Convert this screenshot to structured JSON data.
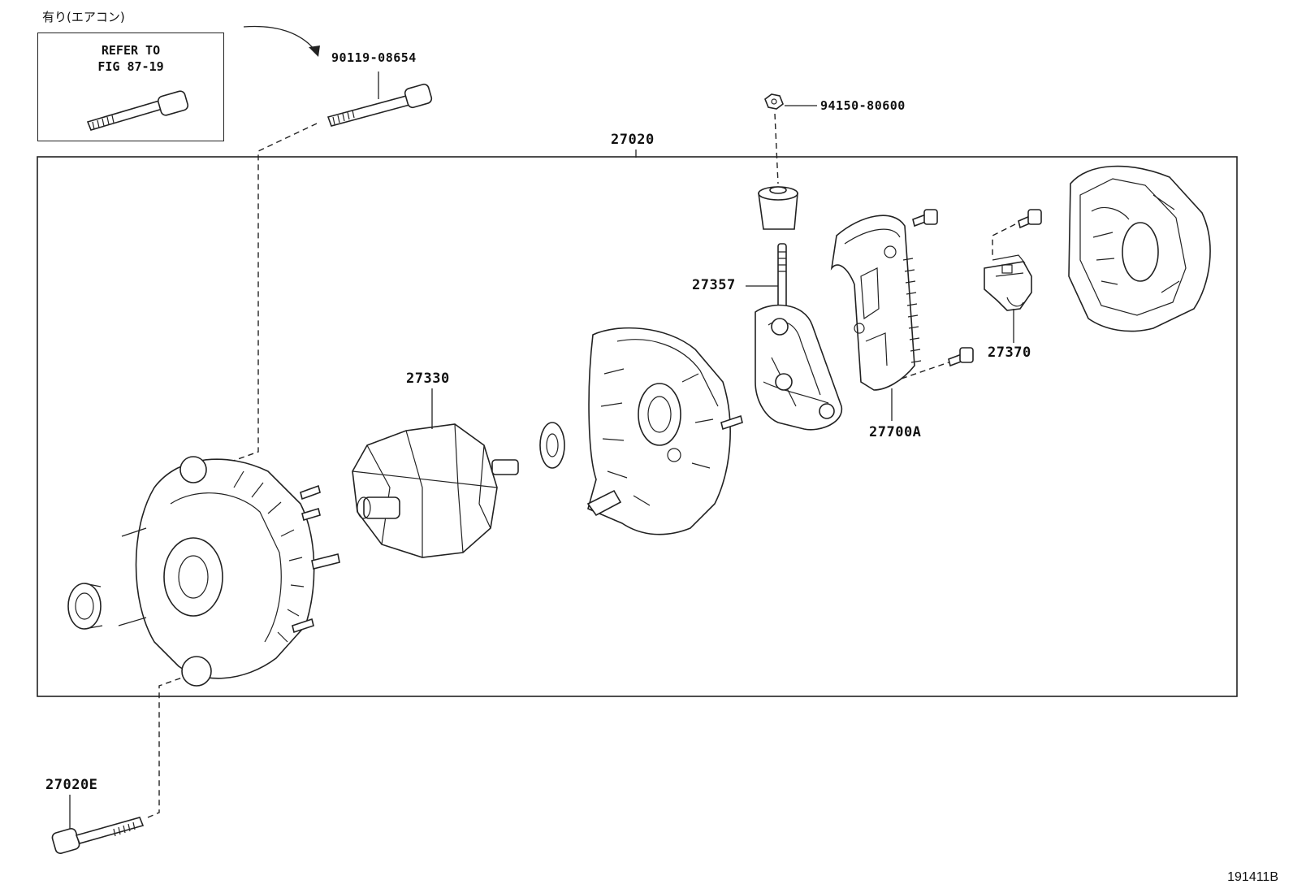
{
  "note_aircon": "有り(エアコン)",
  "refer_box": {
    "line1": "REFER TO",
    "line2": "FIG 87-19"
  },
  "labels": {
    "bolt_top": "90119-08654",
    "assembly": "27020",
    "nut": "94150-80600",
    "brush_holder": "27357",
    "rotor": "27330",
    "rectifier": "27700A",
    "regulator": "27370",
    "bolt_bottom": "27020E"
  },
  "figure_id": "191411B"
}
